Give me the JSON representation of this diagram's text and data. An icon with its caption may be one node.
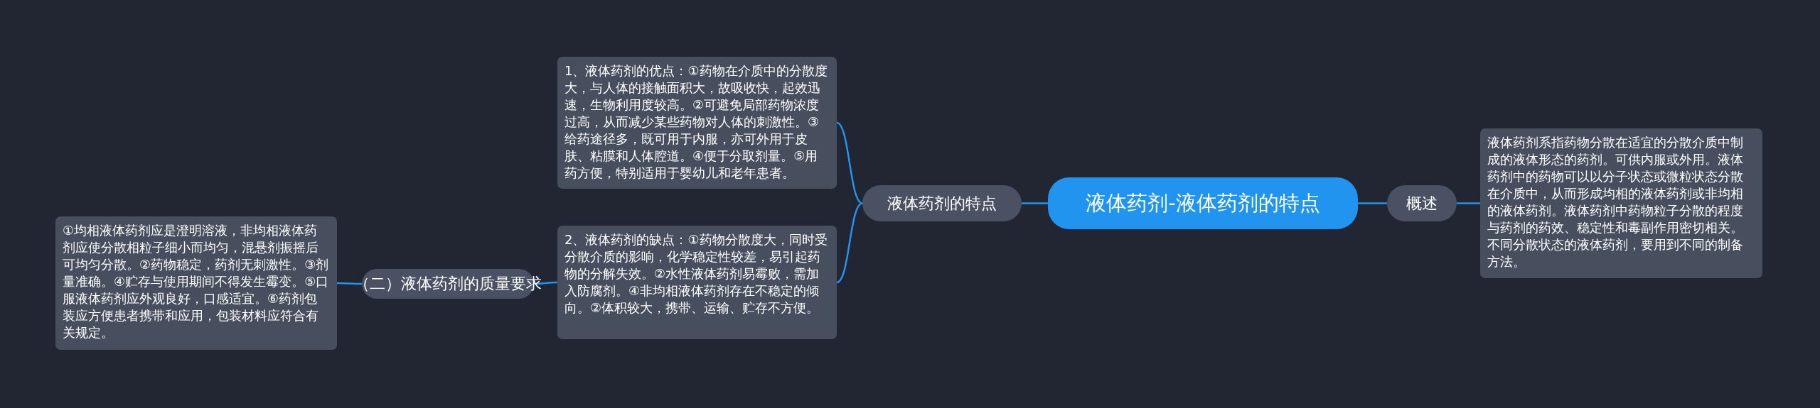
{
  "diagram": {
    "nodes": [
      {
        "text": [
          "液体药剂-液体药剂的特点"
        ]
      },
      {
        "text": [
          "液体药剂的特点"
        ]
      },
      {
        "text": [
          "1、液体药剂的优点：①药物在介质中的分散度大，与人体的接触面积大，故吸收快，起效迅速，生物利用度较高。②可避免局部药物浓度过高，从而减少某些药物对人体的刺激性。③给药途径多，既可用于内服，亦可外用于皮肤、粘膜和人体腔道。④便于分取剂量。⑤用药方便，特别适用于婴幼儿和老年患者。"
        ]
      },
      {
        "text": [
          "2、液体药剂的缺点：①药物分散度大，同时受分散介质的影响，化学稳定性较差，易引起药物的分解失效。②水性液体药剂易霉败，需加入防腐剂。④非均相液体药剂存在不稳定的倾向。②体积较大，携带、运输、贮存不方便。"
        ]
      },
      {
        "text": [
          "（二）液体药剂的质量要求"
        ]
      },
      {
        "text": [
          "①均相液体药剂应是澄明溶液，非均相液体药剂应使分散相粒子细小而均匀，混悬剂振摇后可均匀分散。②药物稳定，药剂无刺激性。③剂量准确。④贮存与使用期间不得发生霉变。⑤口服液体药剂应外观良好，口感适宜。⑥药剂包装应方便患者携带和应用，包装材料应符合有关规定。"
        ]
      },
      {
        "text": [
          "概述"
        ]
      },
      {
        "text": [
          "液体药剂系指药物分散在适宜的分散介质中制成的液体形态的药剂。可供内服或外用。液体药剂中的药物可以以分子状态或微粒状态分散在介质中，从而形成均相的液体药剂或非均相的液体药剂。液体药剂中药物粒子分散的程度与药剂的药效、稳定性和毒副作用密切相关。不同分散状态的液体药剂，要用到不同的制备方法。"
        ]
      }
    ],
    "edges": [
      {
        "from": 0,
        "to": 1,
        "arrow": "none"
      },
      {
        "from": 1,
        "to": 2,
        "arrow": "none"
      },
      {
        "from": 1,
        "to": 3,
        "arrow": "none"
      },
      {
        "from": 3,
        "to": 4,
        "arrow": "none"
      },
      {
        "from": 4,
        "to": 5,
        "arrow": "none"
      },
      {
        "from": 0,
        "to": 6,
        "arrow": "none"
      },
      {
        "from": 6,
        "to": 7,
        "arrow": "none"
      }
    ]
  }
}
